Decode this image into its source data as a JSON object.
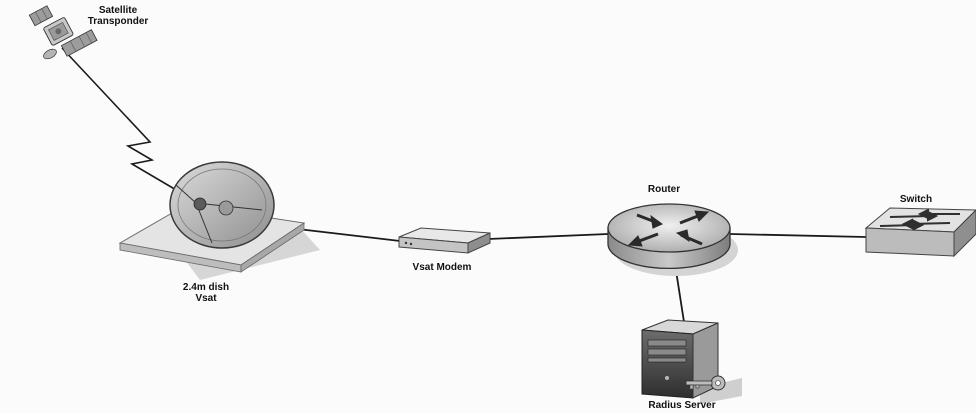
{
  "diagram": {
    "nodes": {
      "satellite": {
        "line1": "Satellite",
        "line2": "Transponder",
        "icon": "satellite-icon"
      },
      "dish": {
        "line1": "2.4m dish",
        "line2": "Vsat",
        "icon": "satellite-dish-icon"
      },
      "modem": {
        "label": "Vsat Modem",
        "icon": "modem-icon"
      },
      "router": {
        "label": "Router",
        "icon": "router-icon"
      },
      "switch": {
        "label": "Switch",
        "icon": "switch-icon"
      },
      "server": {
        "label": "Radius Server",
        "icon": "server-icon"
      }
    },
    "links": [
      {
        "from": "satellite",
        "to": "dish",
        "type": "wireless"
      },
      {
        "from": "dish",
        "to": "modem",
        "type": "wired"
      },
      {
        "from": "modem",
        "to": "router",
        "type": "wired"
      },
      {
        "from": "router",
        "to": "switch",
        "type": "wired"
      },
      {
        "from": "router",
        "to": "server",
        "type": "wired"
      }
    ],
    "colors": {
      "line": "#1a1a1a",
      "device_light": "#e6e6e6",
      "device_mid": "#b8b8b8",
      "device_dark": "#7a7a7a",
      "shadow": "#cfcfcf"
    }
  }
}
